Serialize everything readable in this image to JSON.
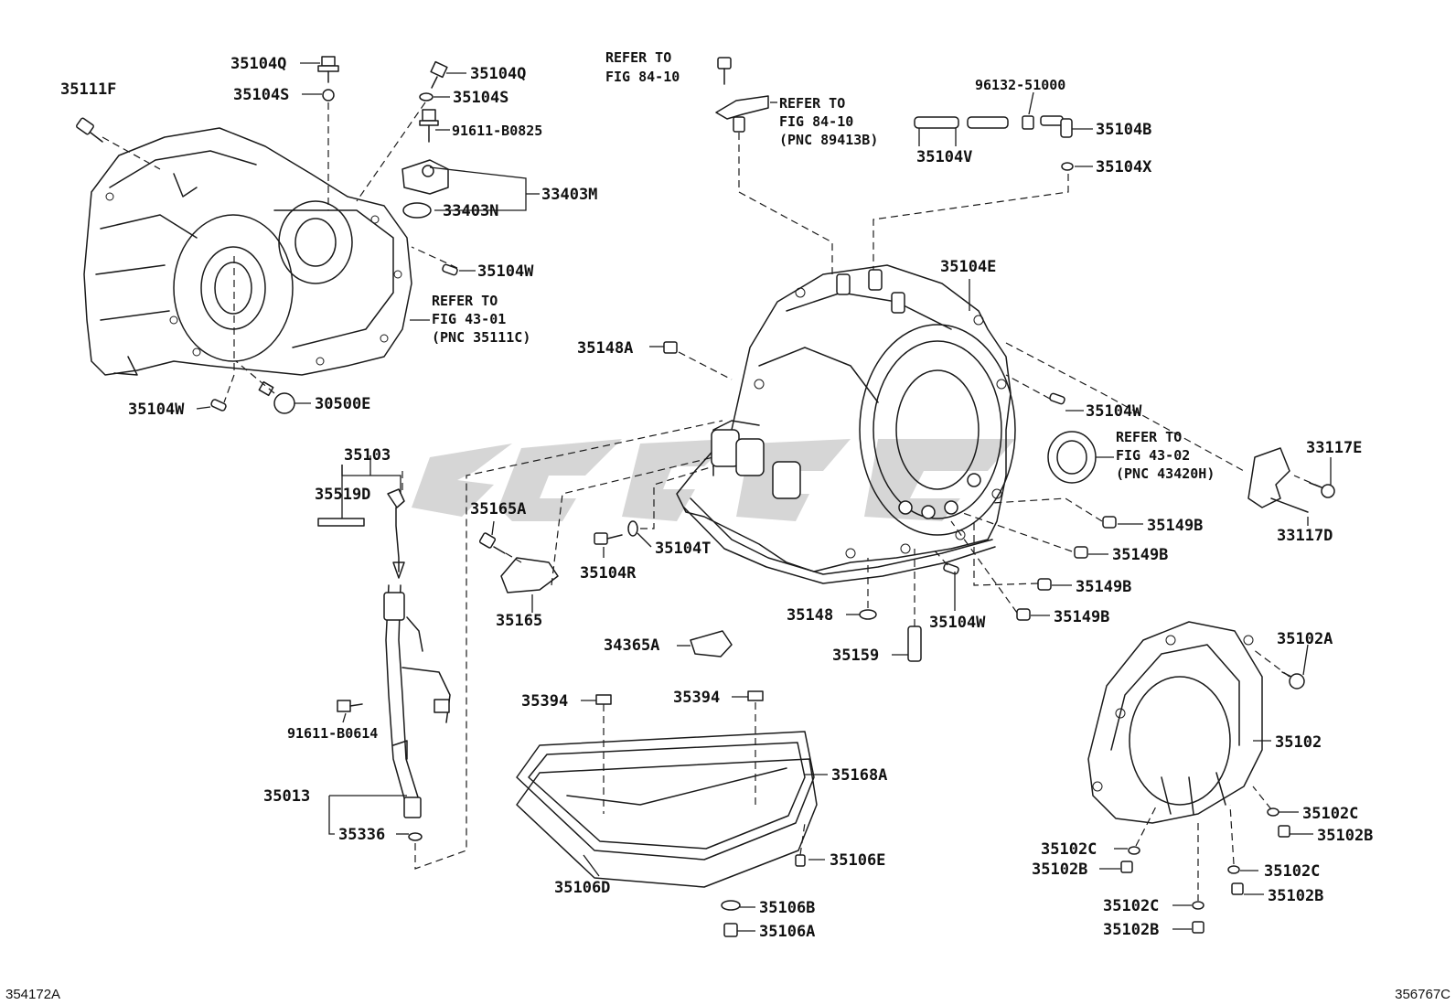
{
  "labels": {
    "p35111F": "35111F",
    "p35104Q_a": "35104Q",
    "p35104S_a": "35104S",
    "p35104Q_b": "35104Q",
    "p35104S_b": "35104S",
    "p91611B0825": "91611-B0825",
    "p33403M": "33403M",
    "p33403N": "33403N",
    "p35104W_a": "35104W",
    "p35104W_b": "35104W",
    "p30500E": "30500E",
    "p35103": "35103",
    "p35519D": "35519D",
    "p91611B0614": "91611-B0614",
    "p35013": "35013",
    "p35336": "35336",
    "p35165A": "35165A",
    "p35165": "35165",
    "p35104R": "35104R",
    "p35104T": "35104T",
    "p35148A": "35148A",
    "p35104E": "35104E",
    "p35104W_c": "35104W",
    "p35149B_a": "35149B",
    "p35149B_b": "35149B",
    "p35149B_c": "35149B",
    "p35149B_d": "35149B",
    "p35148": "35148",
    "p35104W_d": "35104W",
    "p35159": "35159",
    "p34365A": "34365A",
    "p35394_a": "35394",
    "p35394_b": "35394",
    "p35168A": "35168A",
    "p35106E": "35106E",
    "p35106D": "35106D",
    "p35106B": "35106B",
    "p35106A": "35106A",
    "p96132": "96132-51000",
    "p35104B": "35104B",
    "p35104V": "35104V",
    "p35104X": "35104X",
    "p33117E": "33117E",
    "p33117D": "33117D",
    "p35102A": "35102A",
    "p35102": "35102",
    "p35102C_a": "35102C",
    "p35102B_a": "35102B",
    "p35102C_b": "35102C",
    "p35102B_b": "35102B",
    "p35102C_c": "35102C",
    "p35102B_c": "35102B",
    "p35102C_d": "35102C",
    "p35102B_d": "35102B"
  },
  "references": {
    "ref1_l1": "REFER TO",
    "ref1_l2": "FIG 84-10",
    "ref2_l1": "REFER TO",
    "ref2_l2": "FIG 84-10",
    "ref2_l3": "(PNC 89413B)",
    "ref3_l1": "REFER TO",
    "ref3_l2": "FIG 43-01",
    "ref3_l3": "(PNC 35111C)",
    "ref4_l1": "REFER TO",
    "ref4_l2": "FIG 43-02",
    "ref4_l3": "(PNC 43420H)"
  },
  "footer": {
    "left_code": "354172A",
    "right_code": "356767C"
  }
}
